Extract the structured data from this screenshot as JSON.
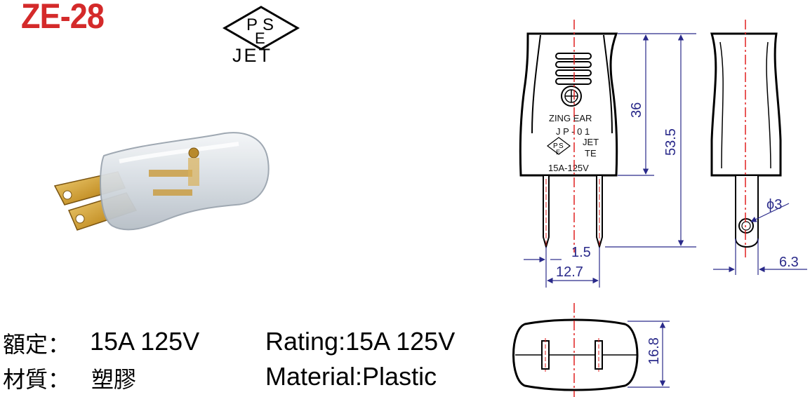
{
  "model": "ZE-28",
  "certification": {
    "mark_letters": [
      "P",
      "S",
      "E"
    ],
    "body_text": "JET"
  },
  "specs": {
    "rating_cn_label": "額定：",
    "rating_cn_value": "15A 125V",
    "material_cn_label": "材質：",
    "material_cn_value": "塑膠",
    "rating_en": "Rating:15A 125V",
    "material_en": "Material:Plastic"
  },
  "drawing": {
    "body_print": {
      "line1": "ZING EAR",
      "line2": "J P - 0 1",
      "jet": "JET",
      "te": "TE",
      "rating": "15A-125V"
    },
    "dimensions": {
      "upper_height": "36",
      "total_height": "53.5",
      "blade_thickness": "1.5",
      "blade_spacing": "12.7",
      "hole_diameter": "ϕ3",
      "side_offset": "6.3",
      "body_width": "16.8"
    }
  },
  "colors": {
    "model_red": "#d42a2a",
    "dimension_blue": "#2a2a8a",
    "centerline_red": "#e02020"
  }
}
